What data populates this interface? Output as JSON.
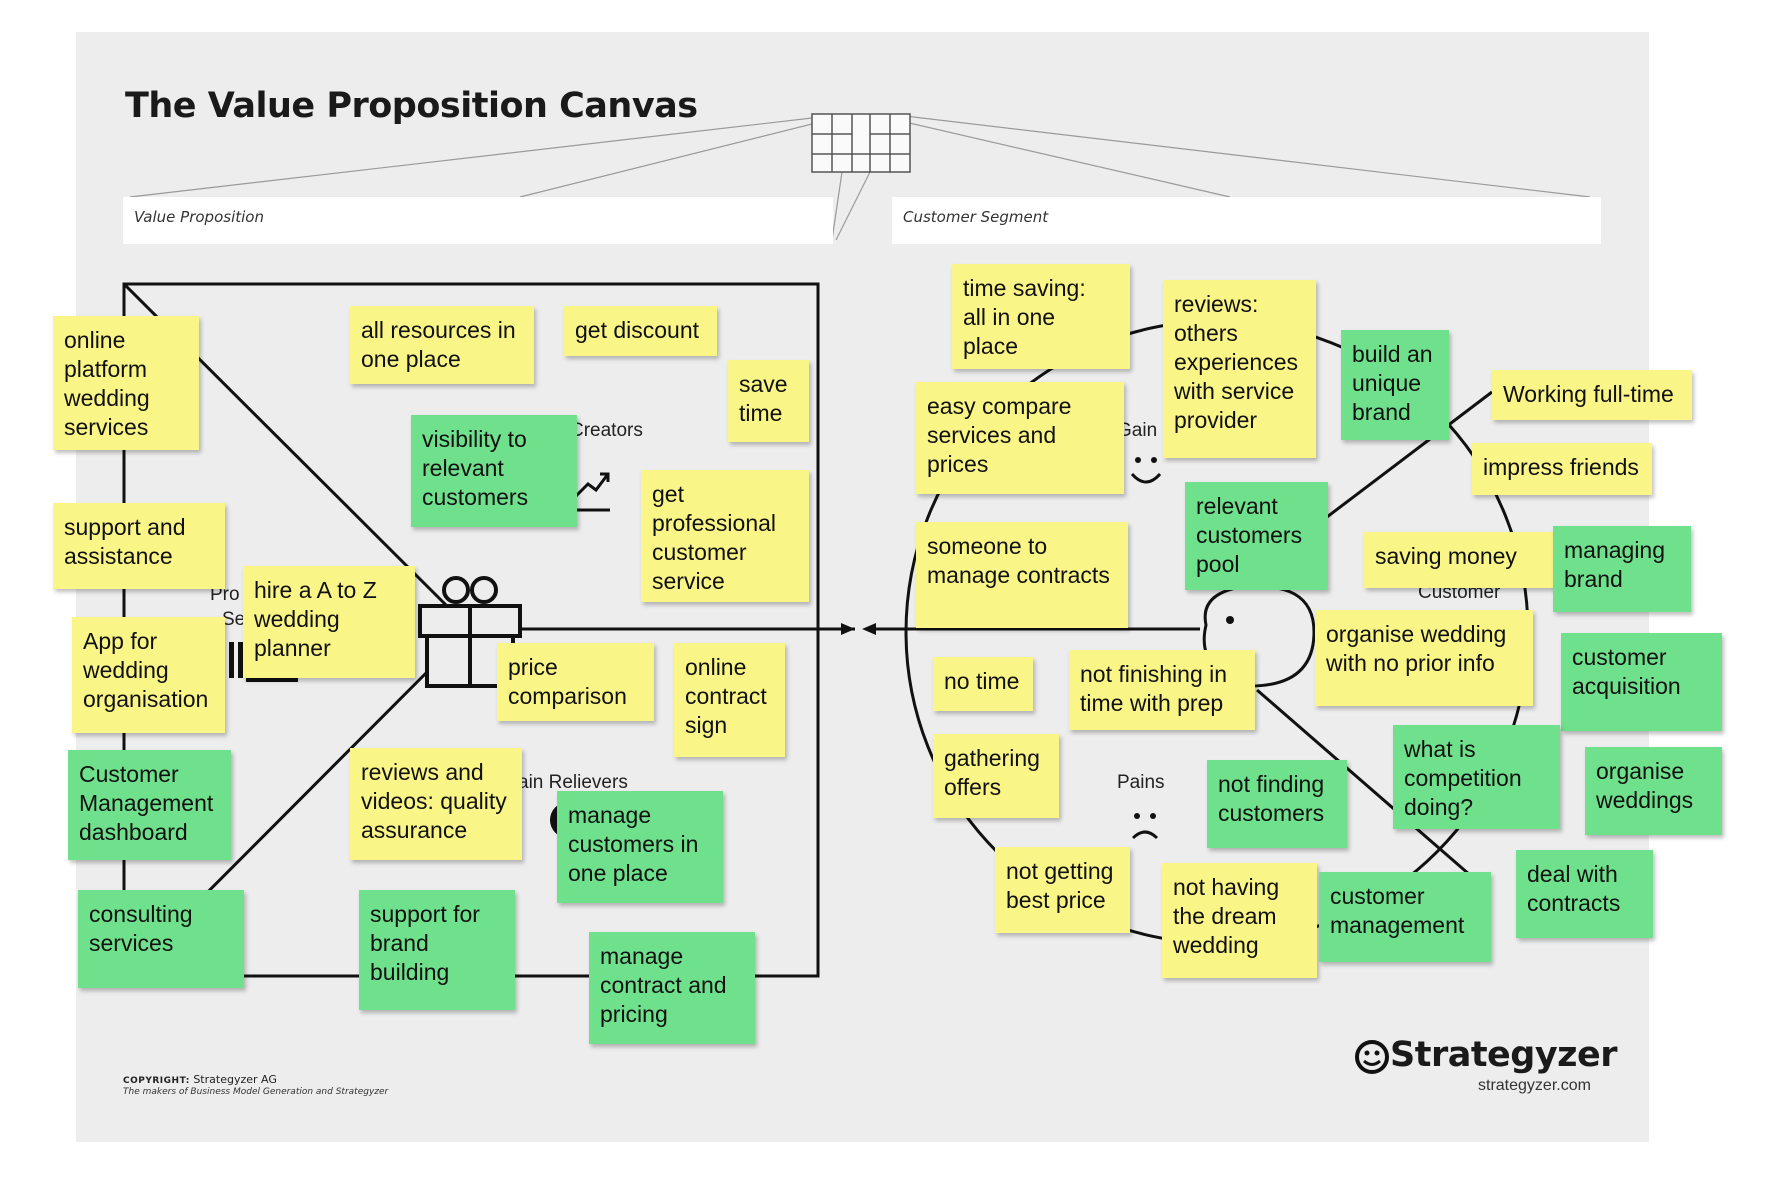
{
  "title": "The Value Proposition Canvas",
  "sections": {
    "value_proposition": "Value Proposition",
    "customer_segment": "Customer Segment"
  },
  "canvas_labels": {
    "gain_creators": "Creators",
    "products_services_1": "Pro",
    "products_services_2": "Se",
    "pain_relievers": "ain Relievers",
    "gains": "Gain",
    "pains": "Pains",
    "customer_jobs": "Customer"
  },
  "notes": [
    {
      "text": "online\nplatform\nwedding\nservices",
      "color": "yellow"
    },
    {
      "text": "support and\nassistance",
      "color": "yellow"
    },
    {
      "text": "App for\nwedding\norganisation",
      "color": "yellow"
    },
    {
      "text": "Customer\nManagement\ndashboard",
      "color": "green"
    },
    {
      "text": "consulting\nservices",
      "color": "green"
    },
    {
      "text": "hire a A to Z\nwedding\nplanner",
      "color": "yellow"
    },
    {
      "text": "all resources in\none place",
      "color": "yellow"
    },
    {
      "text": "get discount",
      "color": "yellow"
    },
    {
      "text": "save\ntime",
      "color": "yellow"
    },
    {
      "text": "visibility to\nrelevant\ncustomers",
      "color": "green"
    },
    {
      "text": "get\nprofessional\ncustomer\nservice",
      "color": "yellow"
    },
    {
      "text": "price\ncomparison",
      "color": "yellow"
    },
    {
      "text": "online\ncontract\nsign",
      "color": "yellow"
    },
    {
      "text": "reviews and\nvideos: quality\nassurance",
      "color": "yellow"
    },
    {
      "text": "manage\ncustomers in\none place",
      "color": "green"
    },
    {
      "text": "support for\nbrand\nbuilding",
      "color": "green"
    },
    {
      "text": "manage\ncontract and\npricing",
      "color": "green"
    },
    {
      "text": "time saving:\nall in one\nplace",
      "color": "yellow"
    },
    {
      "text": "reviews:\nothers\nexperiences\nwith service\nprovider",
      "color": "yellow"
    },
    {
      "text": "build an\nunique\nbrand",
      "color": "green"
    },
    {
      "text": "Working full-time",
      "color": "yellow"
    },
    {
      "text": "impress friends",
      "color": "yellow"
    },
    {
      "text": "easy compare\nservices and\nprices",
      "color": "yellow"
    },
    {
      "text": "relevant\ncustomers\npool",
      "color": "green"
    },
    {
      "text": "someone to\nmanage contracts",
      "color": "yellow"
    },
    {
      "text": "saving money",
      "color": "yellow"
    },
    {
      "text": "managing\nbrand",
      "color": "green"
    },
    {
      "text": "organise wedding\nwith no prior info",
      "color": "yellow"
    },
    {
      "text": "customer\n acquisition",
      "color": "green"
    },
    {
      "text": "no time",
      "color": "yellow"
    },
    {
      "text": "not finishing in\ntime with prep",
      "color": "yellow"
    },
    {
      "text": "gathering\noffers",
      "color": "yellow"
    },
    {
      "text": "not finding\ncustomers",
      "color": "green"
    },
    {
      "text": "what is\ncompetition\ndoing?",
      "color": "green"
    },
    {
      "text": "organise\nweddings",
      "color": "green"
    },
    {
      "text": "not getting\nbest price",
      "color": "yellow"
    },
    {
      "text": "not having\nthe dream\nwedding",
      "color": "yellow"
    },
    {
      "text": "customer\nmanagement",
      "color": "green"
    },
    {
      "text": "deal with\ncontracts",
      "color": "green"
    }
  ],
  "colors": {
    "yellow": "#faf587",
    "green": "#6fe08c",
    "sheet": "#ededed"
  },
  "footer": {
    "copyright_label": "COPYRIGHT:",
    "copyright_holder": "Strategyzer AG",
    "tagline": "The makers of Business Model Generation and Strategyzer",
    "brand": "Strategyzer",
    "url": "strategyzer.com"
  }
}
